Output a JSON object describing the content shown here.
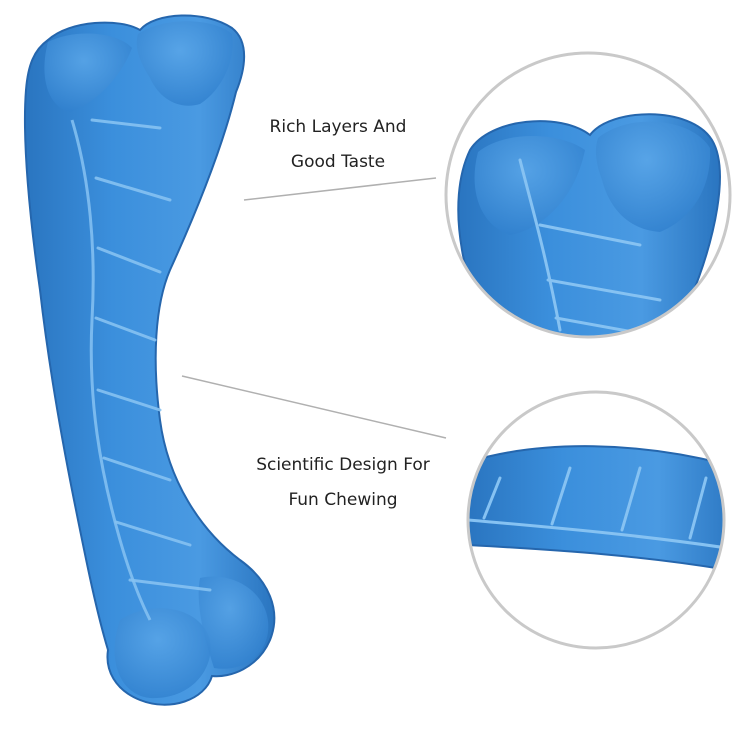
{
  "callouts": [
    {
      "lines": [
        "Rich Layers And",
        "Good Taste"
      ]
    },
    {
      "lines": [
        "Scientific Design For",
        "Fun Chewing"
      ]
    }
  ],
  "colors": {
    "bone_fill": "#3b8fdc",
    "bone_light": "#5aa6e8",
    "bone_dark": "#2a75c0",
    "ridge": "#86c2f2",
    "circle_stroke": "#c9c9c9",
    "leader_line": "#b0b0b0",
    "text": "#222222",
    "background": "#ffffff"
  },
  "product": {
    "name": "blue-bone-chew-toy"
  }
}
